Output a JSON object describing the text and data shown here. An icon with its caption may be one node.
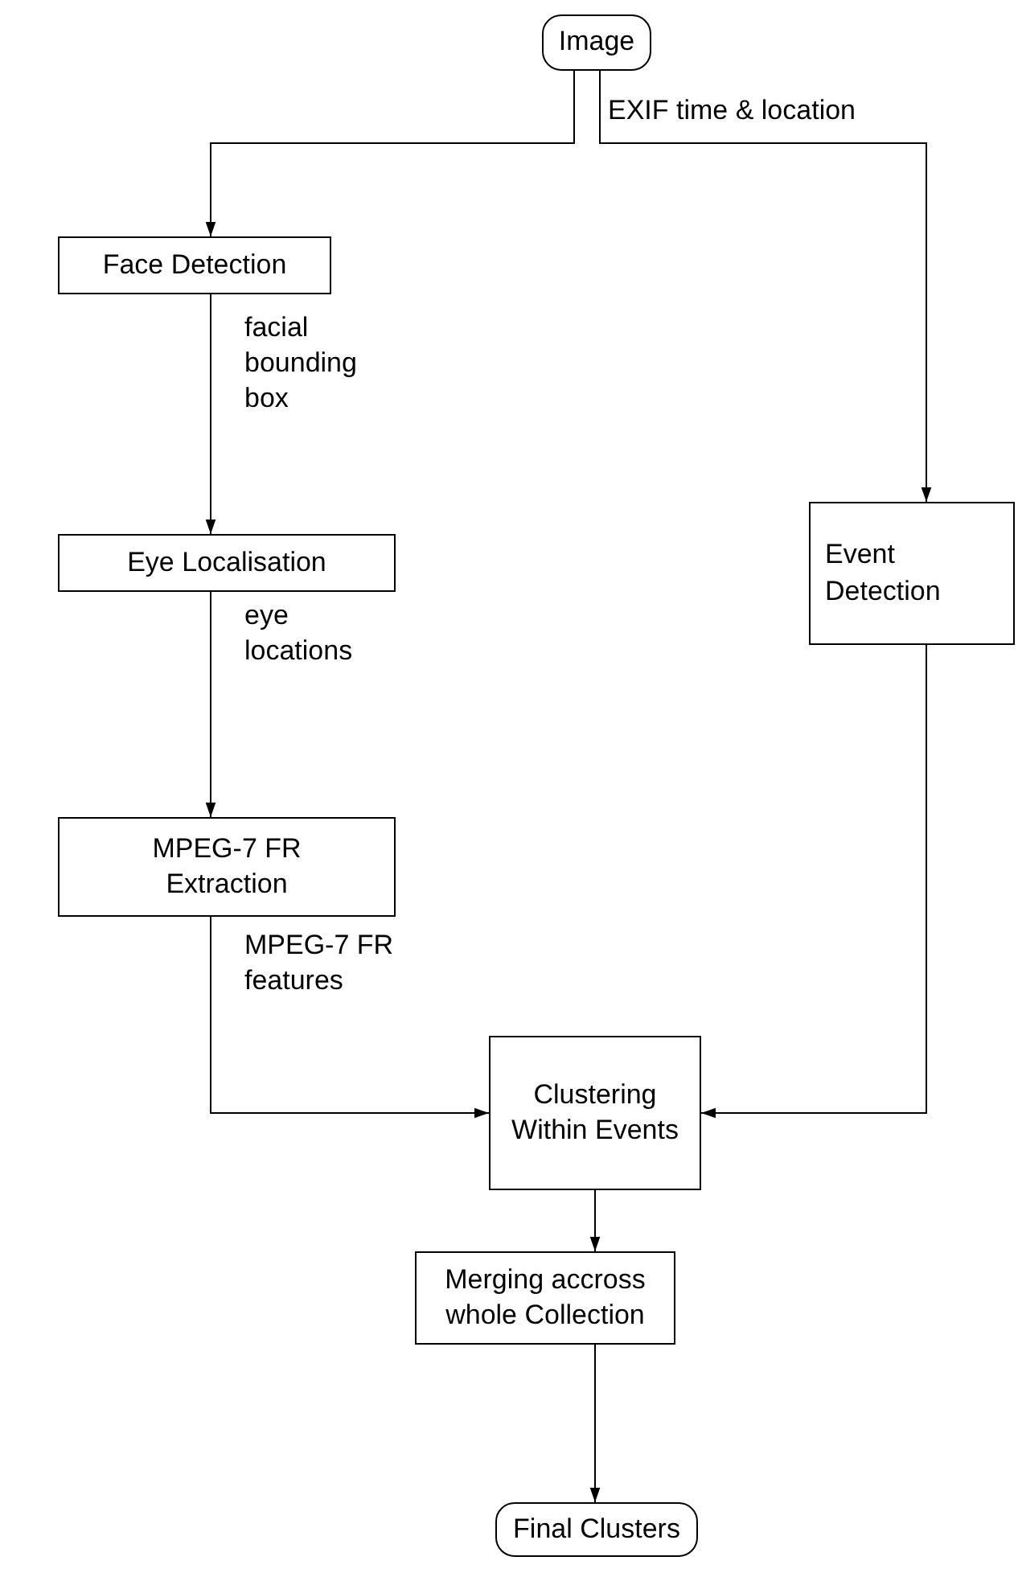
{
  "diagram": {
    "nodes": [
      {
        "text": [
          "Image"
        ]
      },
      {
        "text": [
          "Face Detection"
        ]
      },
      {
        "text": [
          "Eye Localisation"
        ]
      },
      {
        "text": [
          "MPEG-7 FR Extraction"
        ]
      },
      {
        "text": [
          "Event Detection"
        ]
      },
      {
        "text": [
          "Clustering Within Events"
        ]
      },
      {
        "text": [
          "Merging accross whole Collection"
        ]
      },
      {
        "text": [
          "Final Clusters"
        ]
      }
    ],
    "edges": [
      {
        "from": 0,
        "to": 1,
        "arrow": "to"
      },
      {
        "from": 0,
        "to": 4,
        "arrow": "to",
        "label": "EXIF time & location"
      },
      {
        "from": 1,
        "to": 2,
        "arrow": "to",
        "label": "facial bounding box"
      },
      {
        "from": 2,
        "to": 3,
        "arrow": "to",
        "label": "eye locations"
      },
      {
        "from": 3,
        "to": 5,
        "arrow": "to",
        "label": "MPEG-7 FR features"
      },
      {
        "from": 4,
        "to": 5,
        "arrow": "to"
      },
      {
        "from": 5,
        "to": 6,
        "arrow": "to"
      },
      {
        "from": 6,
        "to": 7,
        "arrow": "to"
      }
    ]
  }
}
